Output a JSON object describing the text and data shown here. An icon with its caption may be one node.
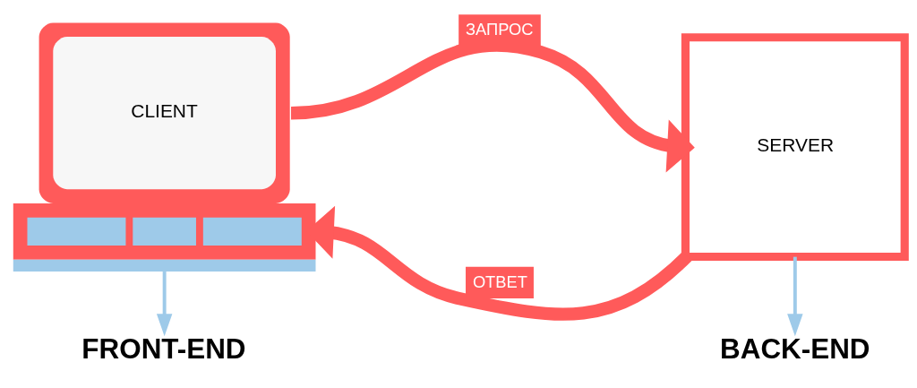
{
  "diagram": {
    "nodes": [
      {
        "text": [
          "CLIENT"
        ]
      },
      {
        "text": [
          "SERVER"
        ]
      },
      {
        "text": [
          "FRONT-END"
        ]
      },
      {
        "text": [
          "BACK-END"
        ]
      }
    ],
    "edges": [
      {
        "from": 0,
        "to": 1,
        "arrow": "to",
        "label": "ЗАПРОС",
        "style": "thick",
        "color": "#ff5a5a"
      },
      {
        "from": 1,
        "to": 0,
        "arrow": "to",
        "label": "ОТВЕТ",
        "style": "thick",
        "color": "#ff5a5a"
      },
      {
        "from": 0,
        "to": 2,
        "arrow": "to",
        "color": "#9ecae9"
      },
      {
        "from": 1,
        "to": 3,
        "arrow": "to",
        "color": "#9ecae9"
      }
    ]
  }
}
